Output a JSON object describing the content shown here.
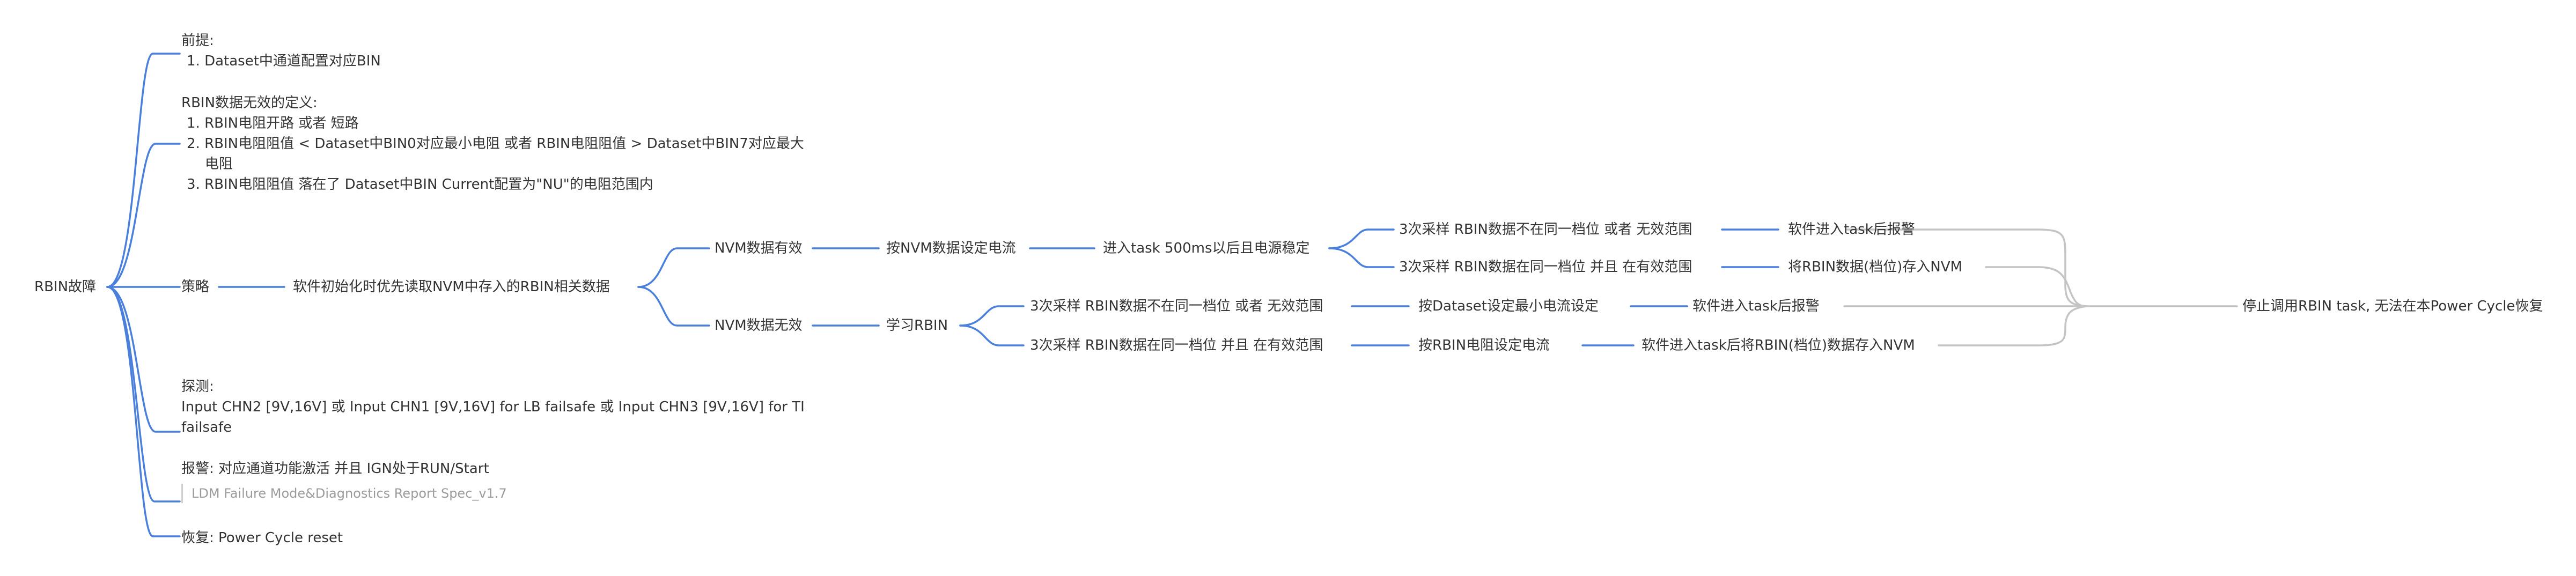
{
  "root": "RBIN故障",
  "premise": {
    "title": "前提:",
    "items": [
      "1. Dataset中通道配置对应BIN"
    ]
  },
  "invalid_def": {
    "title": "RBIN数据无效的定义:",
    "item1": "1. RBIN电阻开路 或者 短路",
    "item2_line1": "2. RBIN电阻阻值 < Dataset中BIN0对应最小电阻 或者 RBIN电阻阻值 >  Dataset中BIN7对应最大",
    "item2_line2": "电阻",
    "item3": "3. RBIN电阻阻值 落在了 Dataset中BIN Current配置为\"NU\"的电阻范围内"
  },
  "strategy": {
    "label": "策略",
    "init": "软件初始化时优先读取NVM中存入的RBIN相关数据",
    "nvm_valid": {
      "label": "NVM数据有效",
      "set_current": "按NVM数据设定电流",
      "enter_task": "进入task 500ms以后且电源稳定",
      "case_a": "3次采样 RBIN数据不在同一档位 或者 无效范围",
      "case_a_result": "软件进入task后报警",
      "case_b": "3次采样 RBIN数据在同一档位 并且 在有效范围",
      "case_b_result": "将RBIN数据(档位)存入NVM"
    },
    "nvm_invalid": {
      "label": "NVM数据无效",
      "learn": "学习RBIN",
      "case_a": "3次采样 RBIN数据不在同一档位 或者 无效范围",
      "case_a_action": "按Dataset设定最小电流设定",
      "case_a_result": "软件进入task后报警",
      "case_b": "3次采样 RBIN数据在同一档位 并且 在有效范围",
      "case_b_action": "按RBIN电阻设定电流",
      "case_b_result": "软件进入task后将RBIN(档位)数据存入NVM"
    },
    "final": "停止调用RBIN task, 无法在本Power Cycle恢复"
  },
  "detect": {
    "title": "探测:",
    "line1": "Input CHN2 [9V,16V] 或 Input CHN1 [9V,16V] for LB failsafe 或 Input CHN3 [9V,16V] for TI",
    "line2": "failsafe"
  },
  "alarm": {
    "text": "报警: 对应通道功能激活 并且 IGN处于RUN/Start",
    "ref": "LDM Failure Mode&Diagnostics Report Spec_v1.7"
  },
  "recover": "恢复: Power Cycle reset",
  "colors": {
    "blue": "#4a7fdc",
    "gray": "#c4c4c4",
    "text": "#333333",
    "ref": "#9b9b9b"
  }
}
